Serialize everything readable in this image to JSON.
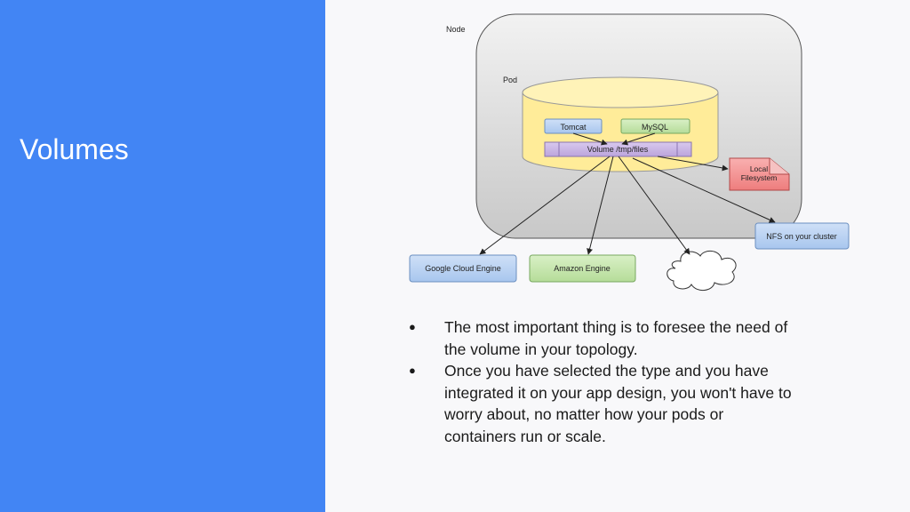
{
  "slide": {
    "title": "Volumes",
    "colors": {
      "accent": "#4285f4",
      "background": "#f8f8fa"
    }
  },
  "diagram": {
    "node_label": "Node",
    "pod_label": "Pod",
    "tomcat_label": "Tomcat",
    "mysql_label": "MySQL",
    "volume_label": "Volume /tmp/files",
    "local_fs_line1": "Local",
    "local_fs_line2": "Filesystem",
    "nfs_label": "NFS on your cluster",
    "google_label": "Google Cloud Engine",
    "amazon_label": "Amazon Engine",
    "cloud_icon": "cloud-icon"
  },
  "bullets": [
    {
      "marker": "●",
      "lines": [
        "The most important thing is to foresee the need of",
        "the volume in your topology."
      ]
    },
    {
      "marker": "●",
      "lines": [
        "Once you have selected the type and you have",
        "integrated it on your app design, you won't have to",
        "worry about, no matter how your pods or",
        "containers run or scale."
      ]
    }
  ]
}
